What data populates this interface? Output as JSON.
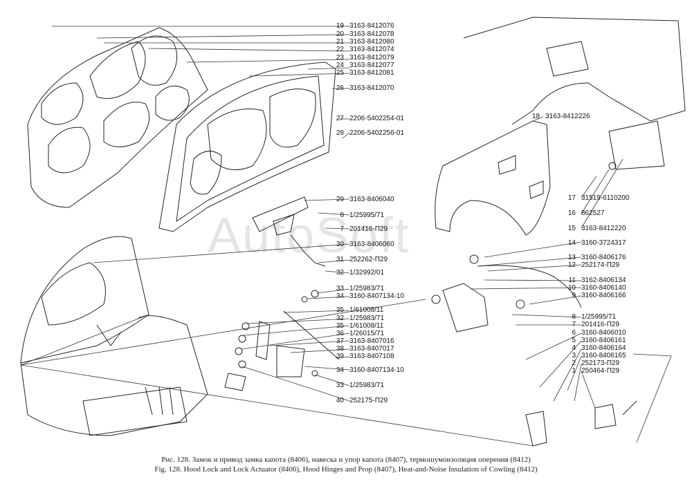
{
  "watermark": "AutoSoft",
  "caption": {
    "ru": "Рис. 128. Замок и привод замка капота (8406), навеска и упор капота (8407), термошумоизоляция оперения (8412)",
    "en": "Fig. 128. Hood Lock and Lock Actuator (8406), Hood Hinges and Prop (8407), Heat-and-Noise Insulation of Cowling (8412)"
  },
  "callouts": [
    {
      "num": "19",
      "code": "3163-8412076"
    },
    {
      "num": "20",
      "code": "3163-8412078"
    },
    {
      "num": "21",
      "code": "3163-8412080"
    },
    {
      "num": "22",
      "code": "3163-8412074"
    },
    {
      "num": "23",
      "code": "3163-8412079"
    },
    {
      "num": "24",
      "code": "3163-8412077"
    },
    {
      "num": "25",
      "code": "3163-8412081"
    },
    {
      "num": "26",
      "code": "3163-8412070"
    },
    {
      "num": "27",
      "code": "2206-5402254-01"
    },
    {
      "num": "28",
      "code": "2206-5402256-01"
    },
    {
      "num": "29",
      "code": "3163-8406040"
    },
    {
      "num": "8",
      "code": "1/25995/71"
    },
    {
      "num": "7",
      "code": "201416-П29"
    },
    {
      "num": "30",
      "code": "3163-8406060"
    },
    {
      "num": "31",
      "code": "252262-П29"
    },
    {
      "num": "32",
      "code": "1/32992/01"
    },
    {
      "num": "33",
      "code": "1/25983/71"
    },
    {
      "num": "34",
      "code": "3160-8407134-10"
    },
    {
      "num": "35",
      "code": "1/61008/11"
    },
    {
      "num": "32",
      "code": "1/25983/71"
    },
    {
      "num": "35",
      "code": "1/61008/11"
    },
    {
      "num": "36",
      "code": "1/26015/71"
    },
    {
      "num": "37",
      "code": "3163-8407016"
    },
    {
      "num": "38",
      "code": "3163-8407017"
    },
    {
      "num": "39",
      "code": "3163-8407108"
    },
    {
      "num": "34",
      "code": "3160-8407134-10"
    },
    {
      "num": "33",
      "code": "1/25983/71"
    },
    {
      "num": "40",
      "code": "252175-П29"
    },
    {
      "num": "18",
      "code": "3163-8412226"
    },
    {
      "num": "17",
      "code": "31519-6110200"
    },
    {
      "num": "16",
      "code": "862527"
    },
    {
      "num": "15",
      "code": "3163-8412220"
    },
    {
      "num": "14",
      "code": "3160-3724317"
    },
    {
      "num": "13",
      "code": "3160-8406176"
    },
    {
      "num": "12",
      "code": "252174-П29"
    },
    {
      "num": "11",
      "code": "3162-8406134"
    },
    {
      "num": "10",
      "code": "3160-8406140"
    },
    {
      "num": "9",
      "code": "3160-8406166"
    },
    {
      "num": "8",
      "code": "1/25995/71"
    },
    {
      "num": "7",
      "code": "201416-П29"
    },
    {
      "num": "6",
      "code": "3160-8406010"
    },
    {
      "num": "5",
      "code": "3160-8406161"
    },
    {
      "num": "4",
      "code": "3160-8406164"
    },
    {
      "num": "3",
      "code": "3160-8406165"
    },
    {
      "num": "2",
      "code": "252173-П29"
    },
    {
      "num": "1",
      "code": "250464-П29"
    }
  ]
}
